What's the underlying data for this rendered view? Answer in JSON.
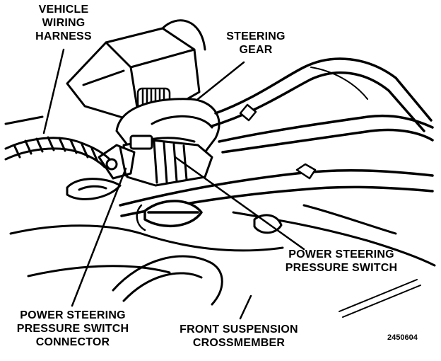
{
  "labels": {
    "vehicle_wiring_harness": [
      "VEHICLE",
      "WIRING",
      "HARNESS"
    ],
    "steering_gear": [
      "STEERING",
      "GEAR"
    ],
    "pressure_switch": [
      "POWER STEERING",
      "PRESSURE SWITCH"
    ],
    "switch_connector": [
      "POWER STEERING",
      "PRESSURE SWITCH",
      "CONNECTOR"
    ],
    "crossmember": [
      "FRONT SUSPENSION",
      "CROSSMEMBER"
    ]
  },
  "figure_number": "2450604"
}
